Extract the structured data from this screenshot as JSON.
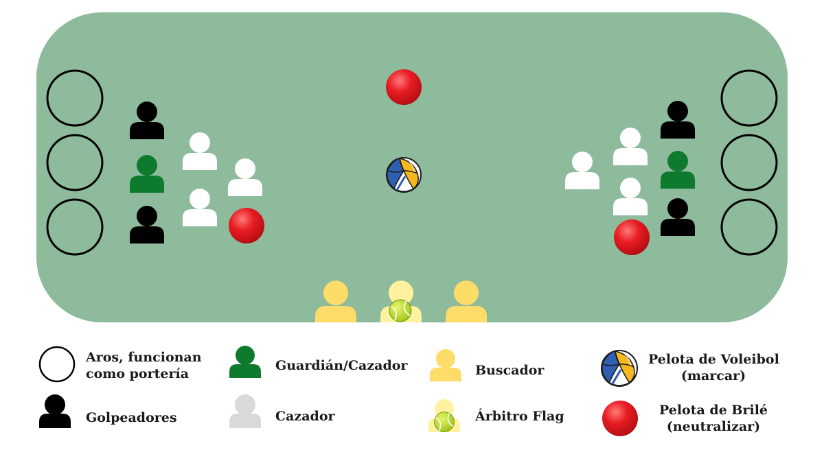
{
  "colors": {
    "field": "#8dbb9c",
    "beater": "#000000",
    "keeper": "#0e7a2e",
    "chaser_field": "#ffffff",
    "chaser_legend": "#d9d9d9",
    "seeker": "#fedc6a",
    "flag_referee": "#fff29e",
    "dodgeball": "#e0141b",
    "hoop_stroke": "#000000"
  },
  "legend": {
    "hoops": {
      "icon": "hoop-icon",
      "line1": "Aros, funcionan",
      "line2": "como portería"
    },
    "beaters": {
      "icon": "person-icon",
      "label": "Golpeadores"
    },
    "keeper": {
      "icon": "person-icon",
      "label": "Guardián/Cazador"
    },
    "chaser": {
      "icon": "person-icon",
      "label": "Cazador"
    },
    "seeker": {
      "icon": "person-icon",
      "label": "Buscador"
    },
    "flag_referee": {
      "icon": "person-with-tennis-ball-icon",
      "label": "Árbitro Flag"
    },
    "volleyball": {
      "icon": "volleyball-icon",
      "line1": "Pelota de Voleibol",
      "line2": "(marcar)"
    },
    "dodgeball": {
      "icon": "red-ball-icon",
      "line1": "Pelota de Brilé",
      "line2": "(neutralizar)"
    }
  },
  "field": {
    "hoops_per_side": 3,
    "left_team": {
      "beaters": 2,
      "keeper": 1,
      "chasers": 3,
      "dodgeballs": 1
    },
    "right_team": {
      "beaters": 2,
      "keeper": 1,
      "chasers": 3,
      "dodgeballs": 1
    },
    "center": {
      "volleyball": 1,
      "dodgeballs": 1
    },
    "sideline": {
      "seekers": 2,
      "flag_referee": 1
    }
  }
}
